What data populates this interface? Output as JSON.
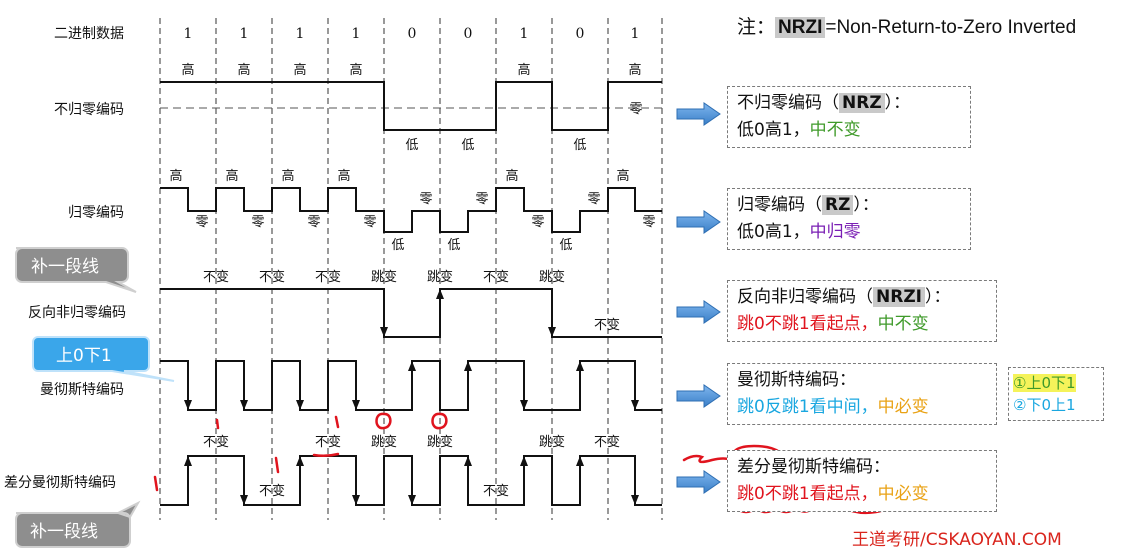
{
  "bits": [
    "1",
    "1",
    "1",
    "1",
    "0",
    "0",
    "1",
    "0",
    "1"
  ],
  "rows": {
    "binary": "二进制数据",
    "nrz": "不归零编码",
    "rz": "归零编码",
    "nrzi": "反向非归零编码",
    "manchester": "曼彻斯特编码",
    "diff_manchester": "差分曼彻斯特编码"
  },
  "words": {
    "high": "高",
    "low": "低",
    "zero": "零",
    "no_change": "不变",
    "change": "跳变"
  },
  "callouts": {
    "extra_line_top": "补一段线",
    "extra_line_bottom": "补一段线",
    "up0_down1": "上0下1"
  },
  "note": {
    "prefix": "注：",
    "tag": "NRZI",
    "text": "=Non-Return-to-Zero Inverted"
  },
  "boxes": {
    "nrz": {
      "title": "不归零编码（",
      "tag": "NRZ",
      "title_end": "）：",
      "l2a": "低0高1，",
      "l2b": "中不变"
    },
    "rz": {
      "title": "归零编码（",
      "tag": "RZ",
      "title_end": "）：",
      "l2a": "低0高1，",
      "l2b": "中归零"
    },
    "nrzi": {
      "title": "反向非归零编码（",
      "tag": "NRZI",
      "title_end": "）：",
      "l2a": "跳0不跳1看起点，",
      "l2b": "中不变"
    },
    "manchester": {
      "title": "曼彻斯特编码：",
      "l2a": "跳0反跳1看中间，",
      "l2b": "中必变"
    },
    "diff": {
      "title": "差分曼彻斯特编码：",
      "l2a": "跳0不跳1看起点，",
      "l2b": "中必变"
    }
  },
  "side": {
    "opt1": "①上0下1",
    "opt2": "②下0上1"
  },
  "watermark": "王道考研/CSKAOYAN.COM",
  "colors": {
    "waveform": "#111111",
    "callout_gray": "#8e8e8e",
    "callout_blue": "#3aa6ea",
    "arrow_blue": "#4a90d9",
    "red_ink": "#e0141e",
    "green": "#3f9a2a",
    "purple": "#7a1fb4",
    "orange": "#e9a215",
    "blue": "#1aa7e0"
  }
}
